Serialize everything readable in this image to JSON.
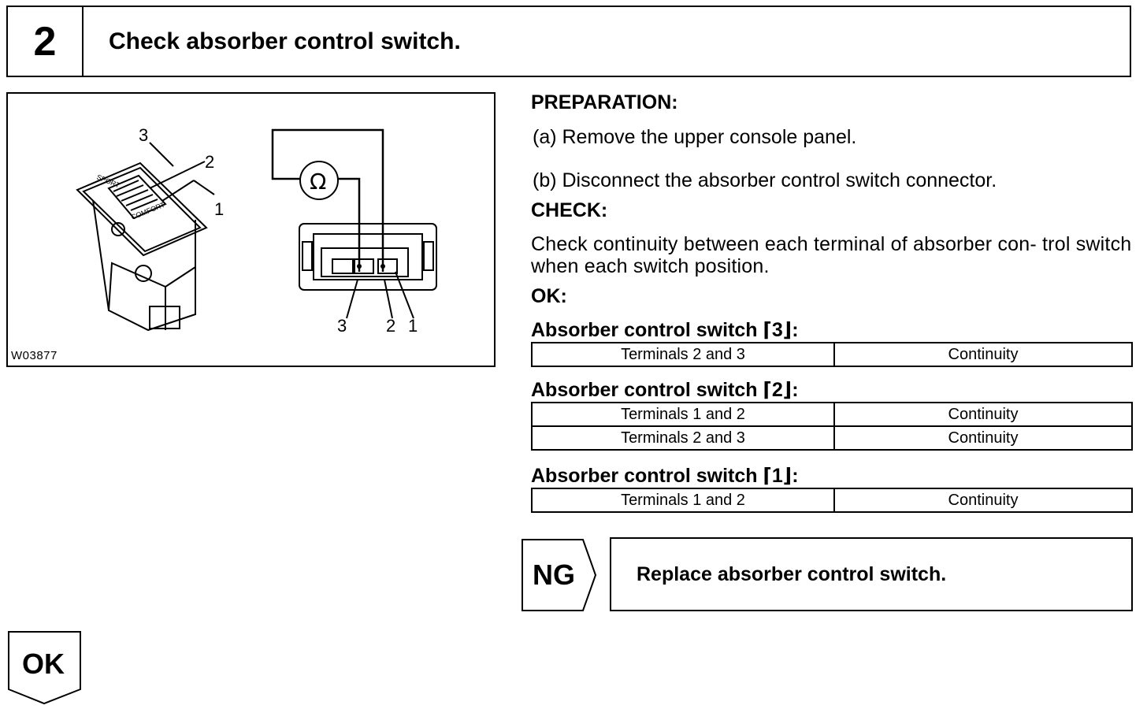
{
  "step": {
    "number": "2",
    "title": "Check absorber control switch."
  },
  "figure": {
    "code": "W03877",
    "switch_labels": [
      "3",
      "2",
      "1"
    ],
    "switch_text": [
      "SPORT",
      "COMFORT"
    ],
    "ohm_symbol": "Ω",
    "connector_labels": [
      "3",
      "2",
      "1"
    ]
  },
  "preparation": {
    "heading": "PREPARATION:",
    "steps": [
      "(a)  Remove the upper console panel.",
      "(b)  Disconnect the absorber control switch connector."
    ]
  },
  "check": {
    "heading": "CHECK:",
    "text": "Check continuity between each terminal of absorber con- trol switch when each switch position."
  },
  "ok_spec": {
    "heading": "OK:",
    "groups": [
      {
        "title": "Absorber control switch ⌈3⌋:",
        "rows": [
          {
            "terminals": "Terminals 2 and 3",
            "result": "Continuity"
          }
        ]
      },
      {
        "title": "Absorber control switch ⌈2⌋:",
        "rows": [
          {
            "terminals": "Terminals 1 and 2",
            "result": "Continuity"
          },
          {
            "terminals": "Terminals 2 and 3",
            "result": "Continuity"
          }
        ]
      },
      {
        "title": "Absorber control switch ⌈1⌋:",
        "rows": [
          {
            "terminals": "Terminals 1 and 2",
            "result": "Continuity"
          }
        ]
      }
    ]
  },
  "ng": {
    "label": "NG",
    "action": "Replace absorber control switch."
  },
  "ok": {
    "label": "OK"
  }
}
